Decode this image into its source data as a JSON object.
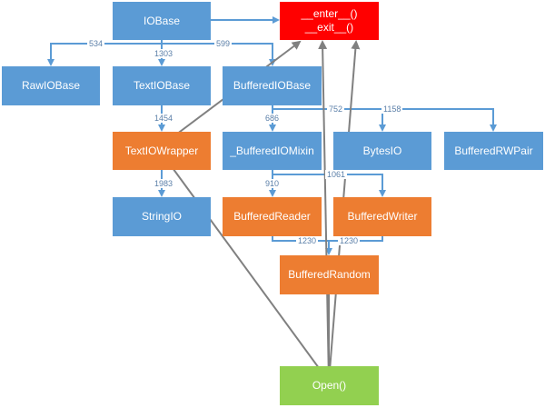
{
  "nodes": {
    "iobase": "IOBase",
    "enter_exit": "__enter__()\n__exit__()",
    "rawiobase": "RawIOBase",
    "textiobase": "TextIOBase",
    "bufferediobase": "BufferedIOBase",
    "textiowrapper": "TextIOWrapper",
    "bufferediomixin": "_BufferedIOMixin",
    "bytesio": "BytesIO",
    "bufferedrwpair": "BufferedRWPair",
    "stringio": "StringIO",
    "bufferedreader": "BufferedReader",
    "bufferedwriter": "BufferedWriter",
    "bufferedrandom": "BufferedRandom",
    "open": "Open()"
  },
  "edge_labels": {
    "iobase_rawiobase": "534",
    "iobase_textiobase": "1303",
    "iobase_bufferediobase": "599",
    "textiobase_textiowrapper": "1454",
    "bufferediobase_bufferediomixin": "686",
    "bufferediobase_bytesio": "752",
    "bufferediobase_bufferedrwpair": "1158",
    "textiowrapper_stringio": "1983",
    "bufferediomixin_bufferedreader": "910",
    "bufferediomixin_bufferedwriter": "1061",
    "bufferedreader_bufferedrandom": "1230",
    "bufferedwriter_bufferedrandom": "1230"
  },
  "colors": {
    "class_box": "#5b9bd5",
    "highlight_box": "#ed7d31",
    "method_box": "#ff0000",
    "function_box": "#92d050",
    "inheritance_edge": "#5b9bd5",
    "call_edge": "#808080"
  }
}
